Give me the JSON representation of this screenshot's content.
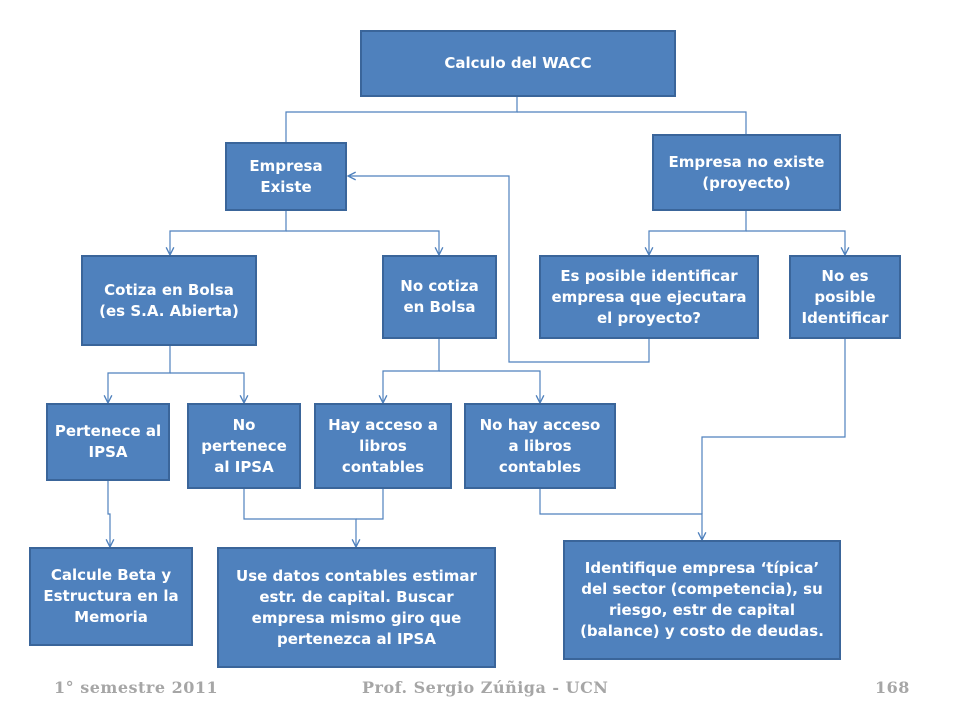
{
  "nodes": {
    "root": "Calculo del WACC",
    "empresa_existe": "Empresa Existe",
    "empresa_no_existe": "Empresa no existe (proyecto)",
    "cotiza": "Cotiza en Bolsa (es S.A. Abierta)",
    "no_cotiza": "No cotiza en Bolsa",
    "es_posible": "Es posible identificar empresa que ejecutara el proyecto?",
    "no_es_posible": "No es posible Identificar",
    "pertenece": "Pertenece al IPSA",
    "no_pertenece": "No pertenece al IPSA",
    "hay_acceso": "Hay acceso a libros contables",
    "no_hay_acceso": "No hay acceso a libros contables",
    "calcule_beta": "Calcule Beta y Estructura en la Memoria",
    "use_datos": "Use datos contables estimar estr. de capital. Buscar empresa mismo giro que pertenezca al IPSA",
    "identifique": "Identifique empresa ‘típica’ del sector (competencia), su riesgo, estr de capital (balance) y costo de deudas."
  },
  "footer": {
    "semester": "1° semestre 2011",
    "author": "Prof. Sergio Zúñiga - UCN",
    "page": "168"
  },
  "colors": {
    "box_fill": "#4f81bd",
    "box_border": "#3a659a",
    "connector": "#4f81bd",
    "footer_text": "#a6a6a6"
  }
}
